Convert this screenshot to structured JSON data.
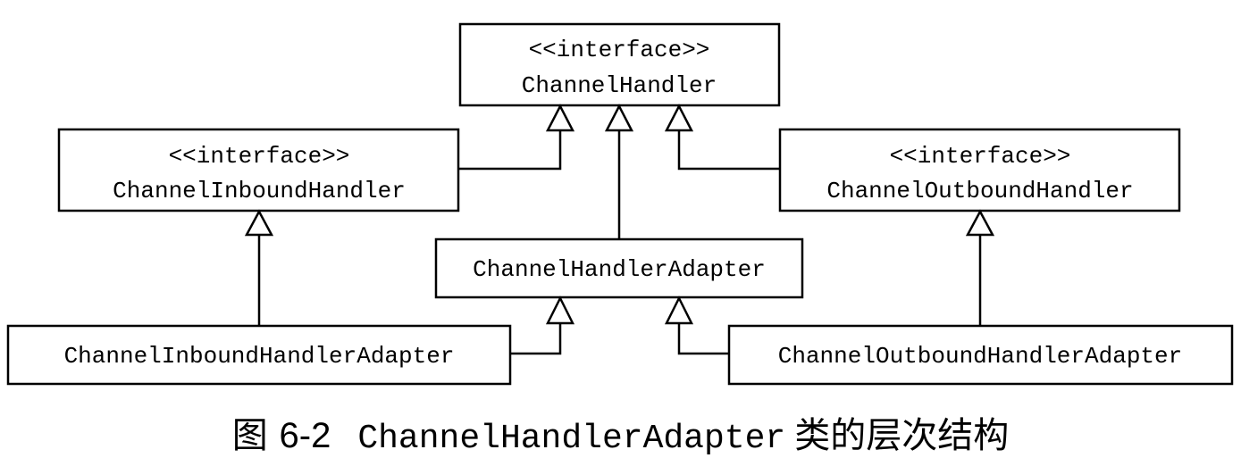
{
  "diagram": {
    "nodes": [
      {
        "id": "channel-handler",
        "stereotype": "<<interface>>",
        "name": "ChannelHandler"
      },
      {
        "id": "channel-inbound-handler",
        "stereotype": "<<interface>>",
        "name": "ChannelInboundHandler"
      },
      {
        "id": "channel-outbound-handler",
        "stereotype": "<<interface>>",
        "name": "ChannelOutboundHandler"
      },
      {
        "id": "channel-handler-adapter",
        "stereotype": "",
        "name": "ChannelHandlerAdapter"
      },
      {
        "id": "channel-inbound-handler-adapter",
        "stereotype": "",
        "name": "ChannelInboundHandlerAdapter"
      },
      {
        "id": "channel-outbound-handler-adapter",
        "stereotype": "",
        "name": "ChannelOutboundHandlerAdapter"
      }
    ],
    "edges": [
      {
        "from": "channel-inbound-handler",
        "to": "channel-handler",
        "type": "inheritance"
      },
      {
        "from": "channel-handler-adapter",
        "to": "channel-handler",
        "type": "inheritance"
      },
      {
        "from": "channel-outbound-handler",
        "to": "channel-handler",
        "type": "inheritance"
      },
      {
        "from": "channel-inbound-handler-adapter",
        "to": "channel-inbound-handler",
        "type": "inheritance"
      },
      {
        "from": "channel-inbound-handler-adapter",
        "to": "channel-handler-adapter",
        "type": "inheritance"
      },
      {
        "from": "channel-outbound-handler-adapter",
        "to": "channel-handler-adapter",
        "type": "inheritance"
      },
      {
        "from": "channel-outbound-handler-adapter",
        "to": "channel-outbound-handler",
        "type": "inheritance"
      }
    ]
  },
  "caption": {
    "prefix": "图 ",
    "number": "6-2",
    "code": "ChannelHandlerAdapter",
    "suffix": "类的层次结构"
  }
}
